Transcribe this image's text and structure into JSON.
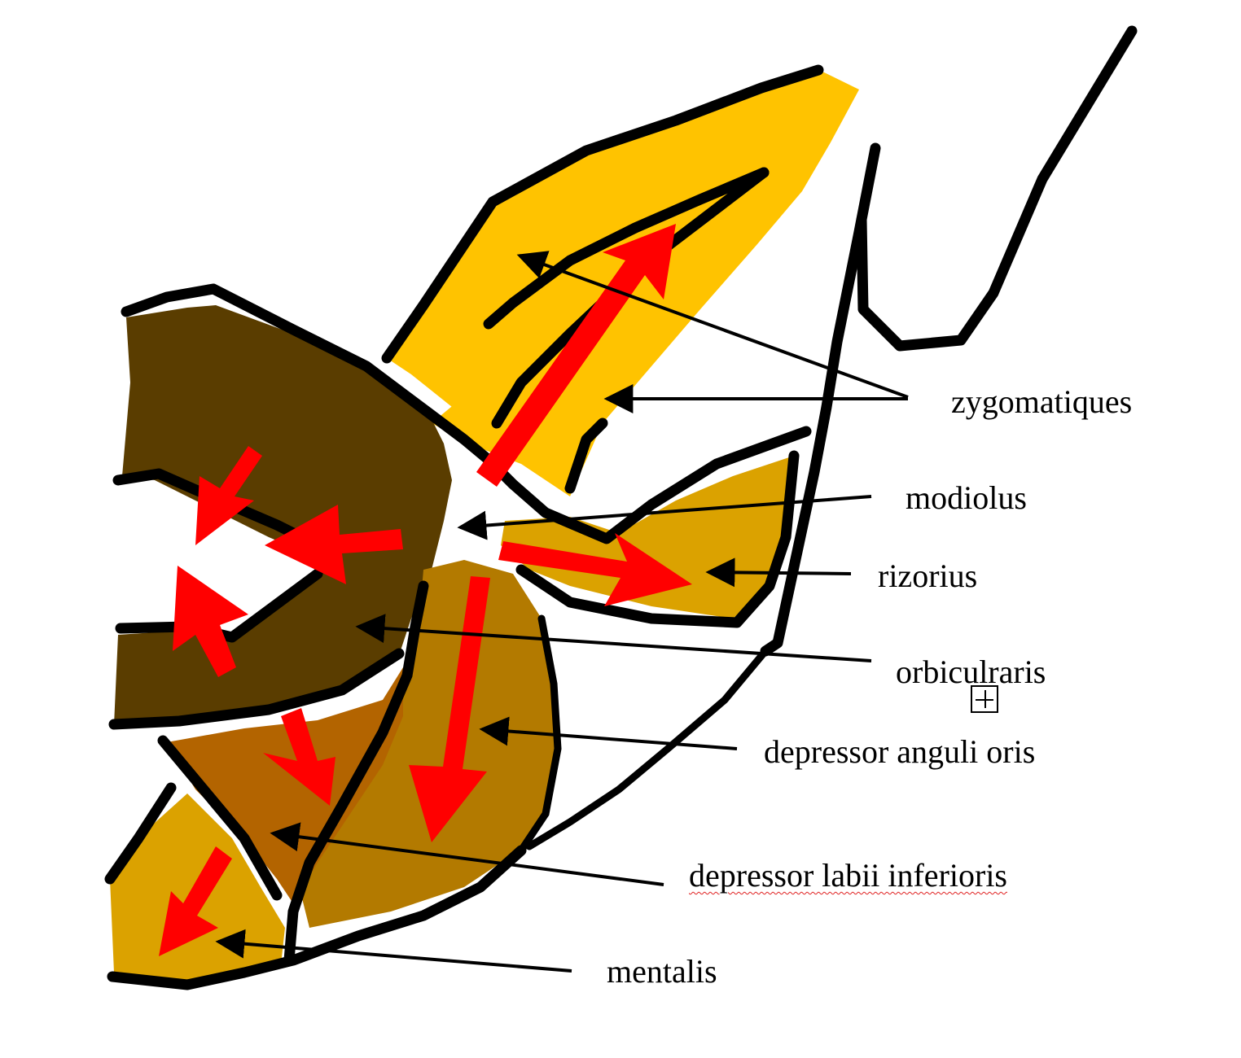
{
  "labels": {
    "zygomatiques": "zygomatiques",
    "modiolus": "modiolus",
    "rizorius": "rizorius",
    "orbicularis": "orbiculraris",
    "depressor_anguli_oris": "depressor anguli oris",
    "depressor_labii_inferioris": "depressor labii inferioris",
    "mentalis": "mentalis"
  },
  "colors": {
    "zygomatic": "#ffc300",
    "orbicularis": "#5a3d00",
    "rizorius": "#dba200",
    "depressor_anguli": "#b37a00",
    "depressor_labii": "#b36400",
    "mentalis": "#dba200",
    "outline": "#000000",
    "movement_arrow": "#ff0000",
    "pointer": "#000000"
  },
  "icons": {
    "cursor": "crosshair-cursor-icon"
  }
}
